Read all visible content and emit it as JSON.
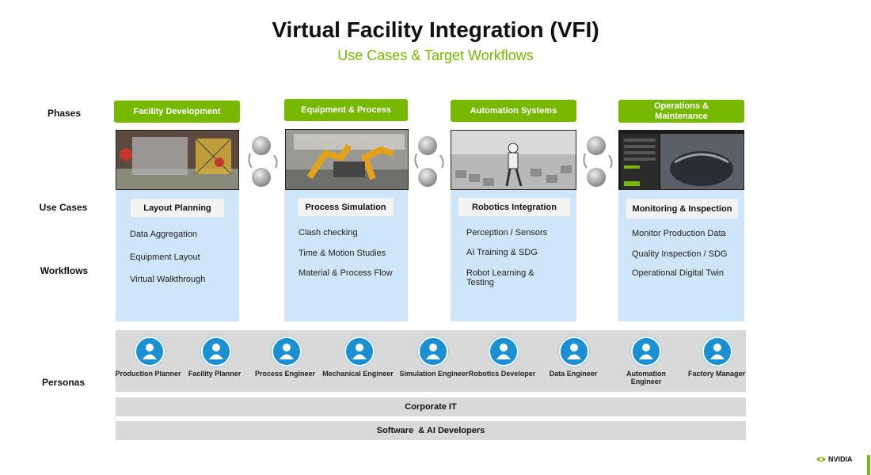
{
  "title": "Virtual Facility Integration (VFI)",
  "subtitle": "Use Cases & Target Workflows",
  "row_labels": {
    "phases": "Phases",
    "use_cases": "Use Cases",
    "workflows": "Workflows",
    "personas": "Personas"
  },
  "columns": [
    {
      "phase": "Facility Development",
      "use_case": "Layout Planning",
      "workflows": [
        "Data Aggregation",
        "Equipment Layout",
        "Virtual Walkthrough"
      ]
    },
    {
      "phase": "Equipment & Process",
      "use_case": "Process Simulation",
      "workflows": [
        "Clash checking",
        "Time & Motion Studies",
        "Material & Process Flow"
      ]
    },
    {
      "phase": "Automation Systems",
      "use_case": "Robotics Integration",
      "workflows": [
        "Perception / Sensors",
        "AI Training & SDG",
        "Robot Learning & Testing"
      ]
    },
    {
      "phase": "Operations & Maintenance",
      "use_case": "Monitoring & Inspection",
      "workflows": [
        "Monitor Production Data",
        "Quality Inspection / SDG",
        "Operational Digital Twin"
      ]
    }
  ],
  "personas": [
    "Production Planner",
    "Facility Planner",
    "Process Engineer",
    "Mechanical Engineer",
    "Simulation Engineer",
    "Robotics Developer",
    "Data Engineer",
    "Automation Engineer",
    "Factory Manager"
  ],
  "bars": {
    "corporate_it": "Corporate IT",
    "developers": "Software  & AI Developers"
  },
  "brand": {
    "logo_text": "NVIDIA",
    "accent_color": "#76b900",
    "panel_color": "#cfe5f8",
    "persona_icon_color": "#1a8fd1"
  }
}
